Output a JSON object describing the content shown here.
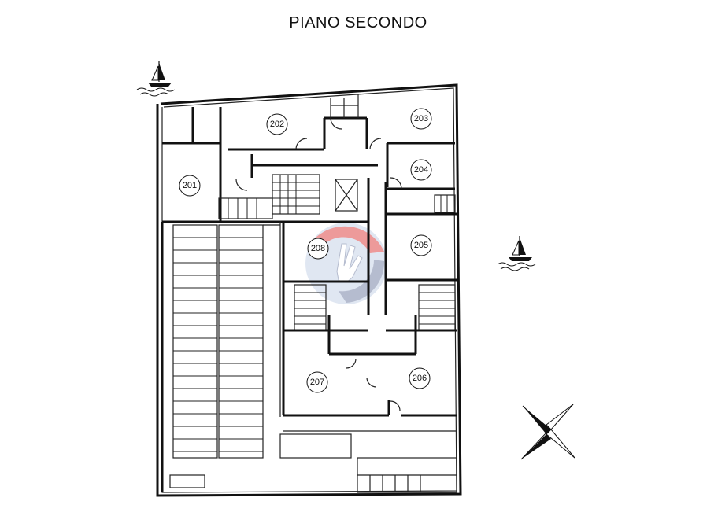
{
  "floor_title": "PIANO SECONDO",
  "rooms": [
    "201",
    "202",
    "203",
    "204",
    "205",
    "206",
    "207",
    "208"
  ],
  "icons": {
    "sea": "sailboat-icon",
    "compass": "compass-cross-icon",
    "watermark": "agency-logo-watermark"
  }
}
